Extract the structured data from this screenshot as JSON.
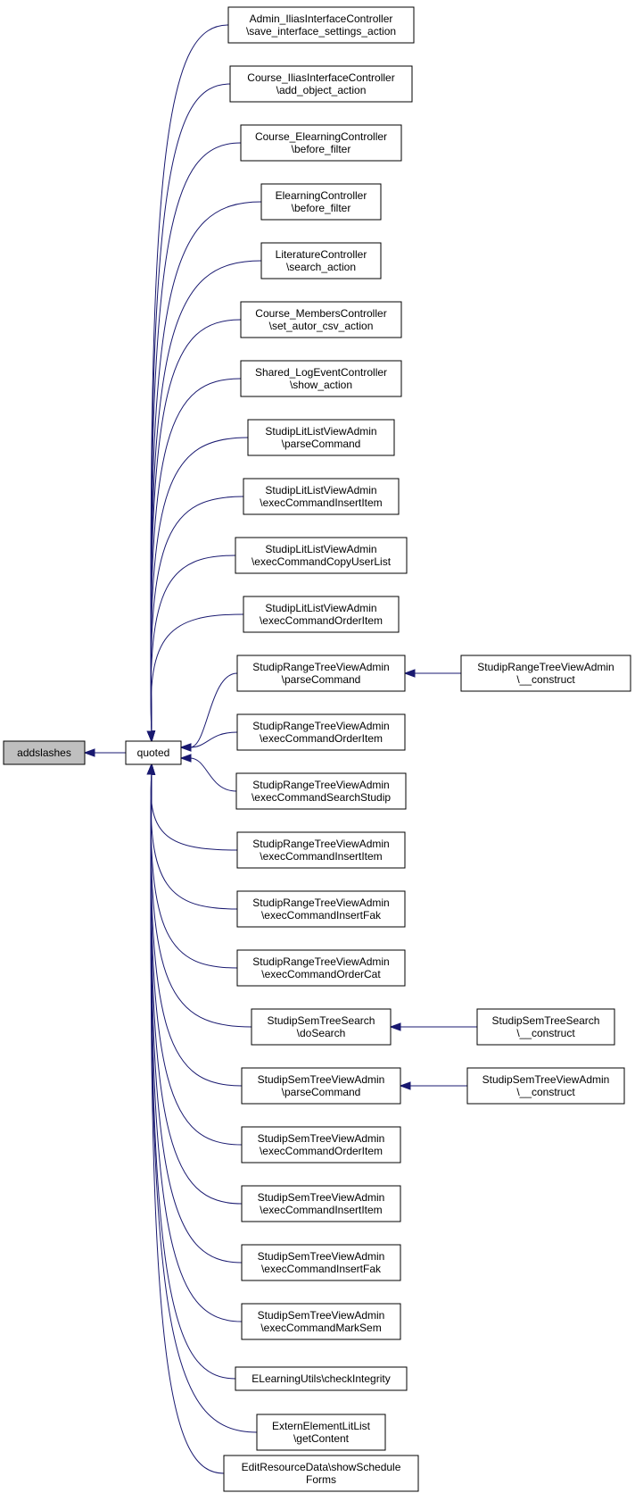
{
  "diagram": {
    "edge_color": "#191970",
    "highlight_fill": "#bfbfbf",
    "nodes": {
      "addslashes": {
        "lines": [
          "addslashes"
        ],
        "current": true
      },
      "quoted": {
        "lines": [
          "quoted"
        ]
      },
      "n1": {
        "lines": [
          "Admin_IliasInterfaceController",
          "\\save_interface_settings_action"
        ]
      },
      "n2": {
        "lines": [
          "Course_IliasInterfaceController",
          "\\add_object_action"
        ]
      },
      "n3": {
        "lines": [
          "Course_ElearningController",
          "\\before_filter"
        ]
      },
      "n4": {
        "lines": [
          "ElearningController",
          "\\before_filter"
        ]
      },
      "n5": {
        "lines": [
          "LiteratureController",
          "\\search_action"
        ]
      },
      "n6": {
        "lines": [
          "Course_MembersController",
          "\\set_autor_csv_action"
        ]
      },
      "n7": {
        "lines": [
          "Shared_LogEventController",
          "\\show_action"
        ]
      },
      "n8": {
        "lines": [
          "StudipLitListViewAdmin",
          "\\parseCommand"
        ]
      },
      "n9": {
        "lines": [
          "StudipLitListViewAdmin",
          "\\execCommandInsertItem"
        ]
      },
      "n10": {
        "lines": [
          "StudipLitListViewAdmin",
          "\\execCommandCopyUserList"
        ]
      },
      "n11": {
        "lines": [
          "StudipLitListViewAdmin",
          "\\execCommandOrderItem"
        ]
      },
      "n12": {
        "lines": [
          "StudipRangeTreeViewAdmin",
          "\\parseCommand"
        ]
      },
      "n13": {
        "lines": [
          "StudipRangeTreeViewAdmin",
          "\\execCommandOrderItem"
        ]
      },
      "n14": {
        "lines": [
          "StudipRangeTreeViewAdmin",
          "\\execCommandSearchStudip"
        ]
      },
      "n15": {
        "lines": [
          "StudipRangeTreeViewAdmin",
          "\\execCommandInsertItem"
        ]
      },
      "n16": {
        "lines": [
          "StudipRangeTreeViewAdmin",
          "\\execCommandInsertFak"
        ]
      },
      "n17": {
        "lines": [
          "StudipRangeTreeViewAdmin",
          "\\execCommandOrderCat"
        ]
      },
      "n18": {
        "lines": [
          "StudipSemTreeSearch",
          "\\doSearch"
        ]
      },
      "n19": {
        "lines": [
          "StudipSemTreeViewAdmin",
          "\\parseCommand"
        ]
      },
      "n20": {
        "lines": [
          "StudipSemTreeViewAdmin",
          "\\execCommandOrderItem"
        ]
      },
      "n21": {
        "lines": [
          "StudipSemTreeViewAdmin",
          "\\execCommandInsertItem"
        ]
      },
      "n22": {
        "lines": [
          "StudipSemTreeViewAdmin",
          "\\execCommandInsertFak"
        ]
      },
      "n23": {
        "lines": [
          "StudipSemTreeViewAdmin",
          "\\execCommandMarkSem"
        ]
      },
      "n24": {
        "lines": [
          "ELearningUtils\\checkIntegrity"
        ]
      },
      "n25": {
        "lines": [
          "ExternElementLitList",
          "\\getContent"
        ]
      },
      "n26": {
        "lines": [
          "EditResourceData\\showSchedule",
          "Forms"
        ]
      },
      "r12": {
        "lines": [
          "StudipRangeTreeViewAdmin",
          "\\__construct"
        ]
      },
      "r18": {
        "lines": [
          "StudipSemTreeSearch",
          "\\__construct"
        ]
      },
      "r19": {
        "lines": [
          "StudipSemTreeViewAdmin",
          "\\__construct"
        ]
      }
    }
  }
}
